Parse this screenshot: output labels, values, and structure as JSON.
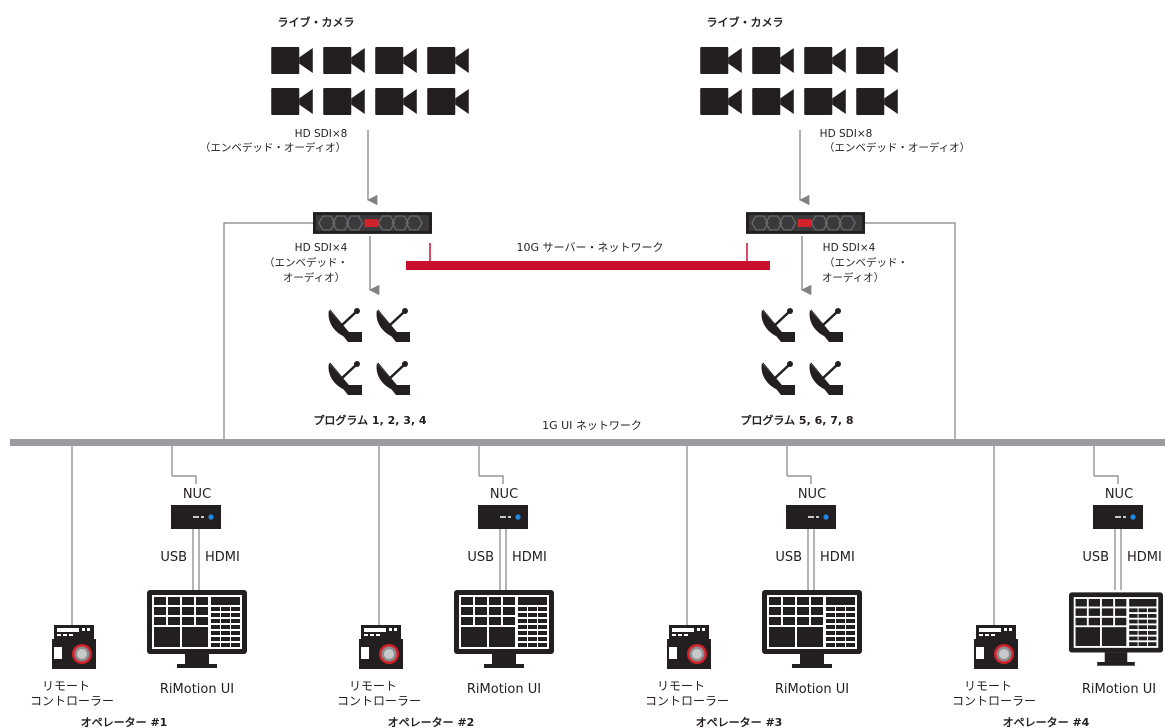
{
  "colors": {
    "line": "#808285",
    "bus": "#9a9c9f",
    "network_10g": "#c8102e",
    "device": "#231f20",
    "accent_red": "#d2232a",
    "nuc_led": "#1e88e5"
  },
  "sites": [
    {
      "camera_label": "ライブ・カメラ",
      "input_label_1": "HD SDI×8",
      "input_label_2": "（エンベデッド・オーディオ）",
      "output_label_1": "HD SDI×4",
      "output_label_2": "（エンベデッド・",
      "output_label_3": "オーディオ）",
      "program_label": "プログラム 1, 2, 3, 4"
    },
    {
      "camera_label": "ライブ・カメラ",
      "input_label_1": "HD SDI×8",
      "input_label_2": "（エンベデッド・オーディオ）",
      "output_label_1": "HD SDI×4",
      "output_label_2": "（エンベデッド・",
      "output_label_3": "オーディオ）",
      "program_label": "プログラム 5, 6, 7, 8"
    }
  ],
  "network_10g_label": "10G サーバー・ネットワーク",
  "network_1g_label": "1G UI ネットワーク",
  "operators": [
    {
      "nuc_label": "NUC",
      "usb_label": "USB",
      "hdmi_label": "HDMI",
      "ui_label": "RiMotion UI",
      "remote_label_1": "リモート",
      "remote_label_2": "コントローラー",
      "operator_label": "オペレーター #1"
    },
    {
      "nuc_label": "NUC",
      "usb_label": "USB",
      "hdmi_label": "HDMI",
      "ui_label": "RiMotion UI",
      "remote_label_1": "リモート",
      "remote_label_2": "コントローラー",
      "operator_label": "オペレーター #2"
    },
    {
      "nuc_label": "NUC",
      "usb_label": "USB",
      "hdmi_label": "HDMI",
      "ui_label": "RiMotion UI",
      "remote_label_1": "リモート",
      "remote_label_2": "コントローラー",
      "operator_label": "オペレーター #3"
    },
    {
      "nuc_label": "NUC",
      "usb_label": "USB",
      "hdmi_label": "HDMI",
      "ui_label": "RiMotion UI",
      "remote_label_1": "リモート",
      "remote_label_2": "コントローラー",
      "operator_label": "オペレーター #4"
    }
  ]
}
